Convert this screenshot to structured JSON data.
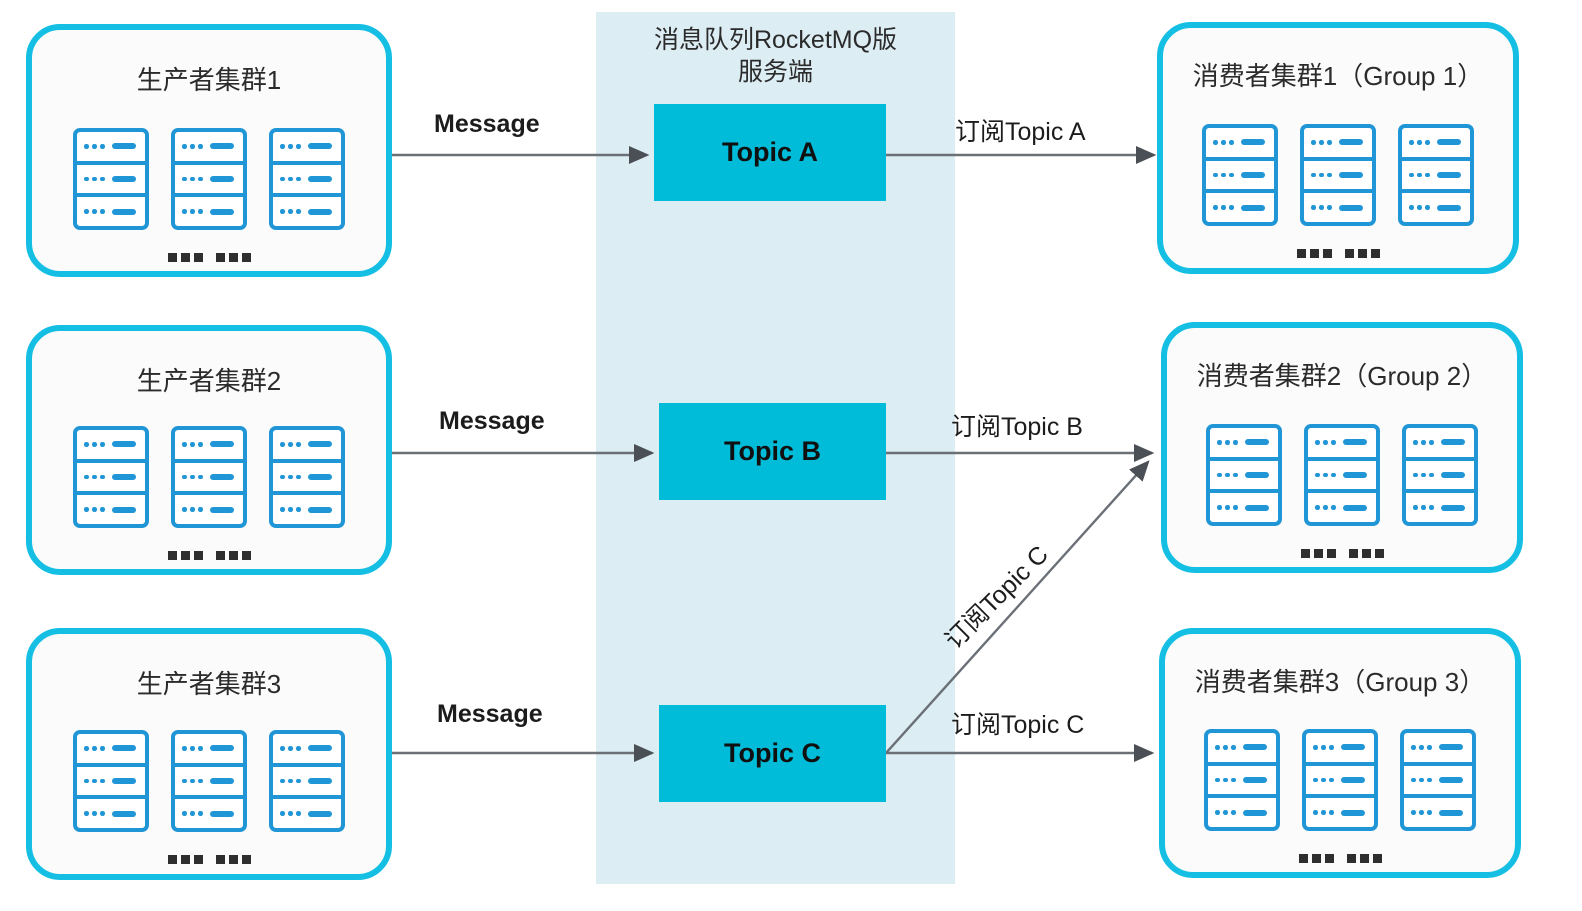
{
  "diagram": {
    "title": "RocketMQ Topic Publish-Subscribe Model",
    "colors": {
      "band_fill": "#dcedf4",
      "topic_fill": "#00bcd8",
      "cluster_border": "#14bfe3",
      "rack_blue": "#2196d6",
      "arrow_gray": "#5a6166",
      "text_dark": "#2b2b2b",
      "page_bg": "#ffffff"
    }
  },
  "broker": {
    "label": "消息队列RocketMQ版\n服务端",
    "topics": [
      {
        "name": "Topic A"
      },
      {
        "name": "Topic B"
      },
      {
        "name": "Topic C"
      }
    ]
  },
  "producers": [
    {
      "title": "生产者集群1",
      "node_count": 3,
      "units_per_node": 3,
      "ellipsis": "--- ---"
    },
    {
      "title": "生产者集群2",
      "node_count": 3,
      "units_per_node": 3,
      "ellipsis": "--- ---"
    },
    {
      "title": "生产者集群3",
      "node_count": 3,
      "units_per_node": 3,
      "ellipsis": "--- ---"
    }
  ],
  "consumers": [
    {
      "title": "消费者集群1（Group 1）",
      "node_count": 3,
      "units_per_node": 3,
      "ellipsis": "--- ---"
    },
    {
      "title": "消费者集群2（Group 2）",
      "node_count": 3,
      "units_per_node": 3,
      "ellipsis": "--- ---"
    },
    {
      "title": "消费者集群3（Group 3）",
      "node_count": 3,
      "units_per_node": 3,
      "ellipsis": "--- ---"
    }
  ],
  "edges": {
    "produce": [
      {
        "label": "Message",
        "from": "生产者集群1",
        "to": "Topic A"
      },
      {
        "label": "Message",
        "from": "生产者集群2",
        "to": "Topic B"
      },
      {
        "label": "Message",
        "from": "生产者集群3",
        "to": "Topic C"
      }
    ],
    "subscribe": [
      {
        "label": "订阅Topic A",
        "from": "Topic A",
        "to": "消费者集群1（Group 1）"
      },
      {
        "label": "订阅Topic B",
        "from": "Topic B",
        "to": "消费者集群2（Group 2）"
      },
      {
        "label": "订阅Topic C",
        "from": "Topic C",
        "to": "消费者集群2（Group 2）"
      },
      {
        "label": "订阅Topic C",
        "from": "Topic C",
        "to": "消费者集群3（Group 3）"
      }
    ]
  }
}
